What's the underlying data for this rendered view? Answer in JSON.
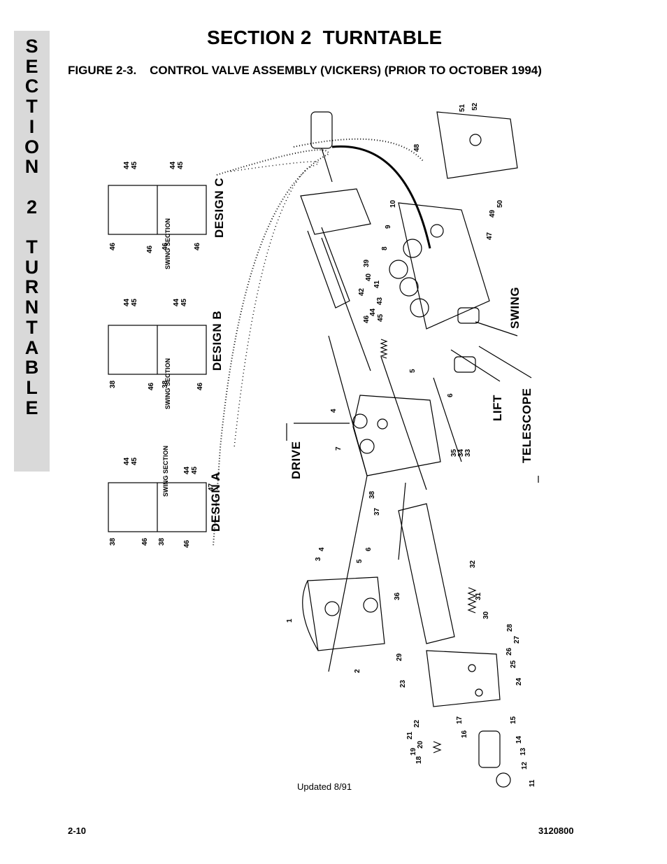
{
  "side_tab": "S\nE\nC\nT\nI\nO\nN\n\n2\n\nT\nU\nR\nN\nT\nA\nB\nL\nE",
  "section_title": "SECTION 2  TURNTABLE",
  "figure_title": "FIGURE 2-3.    CONTROL VALVE ASSEMBLY (VICKERS) (PRIOR TO OCTOBER 1994)",
  "labels": {
    "design_a": "DESIGN A",
    "design_b": "DESIGN B",
    "design_c": "DESIGN C",
    "swing_section": "SWING SECTION",
    "drive": "DRIVE",
    "lift": "LIFT",
    "telescope": "TELESCOPE",
    "swing": "SWING"
  },
  "callouts": [
    "1",
    "2",
    "3",
    "4",
    "5",
    "6",
    "7",
    "8",
    "9",
    "10",
    "11",
    "12",
    "13",
    "14",
    "15",
    "16",
    "17",
    "18",
    "19",
    "20",
    "21",
    "22",
    "23",
    "24",
    "25",
    "26",
    "27",
    "28",
    "29",
    "30",
    "31",
    "32",
    "33",
    "34",
    "35",
    "36",
    "37",
    "38",
    "39",
    "40",
    "41",
    "42",
    "43",
    "44",
    "45",
    "46",
    "47",
    "48",
    "49",
    "50",
    "51",
    "52"
  ],
  "updated": "Updated 8/91",
  "footer_left": "2-10",
  "footer_right": "3120800"
}
